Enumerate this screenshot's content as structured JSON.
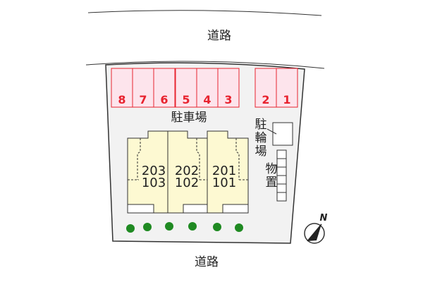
{
  "roads": {
    "top": "道路",
    "bottom": "道路"
  },
  "parking": {
    "label": "駐車場",
    "slots": [
      "8",
      "7",
      "6",
      "5",
      "4",
      "3",
      "2",
      "1"
    ]
  },
  "bicycle_parking": {
    "label_chars": [
      "駐",
      "輪",
      "場"
    ]
  },
  "storage": {
    "label_chars": [
      "物",
      "置"
    ]
  },
  "units": [
    {
      "upper": "203",
      "lower": "103"
    },
    {
      "upper": "202",
      "lower": "102"
    },
    {
      "upper": "201",
      "lower": "101"
    }
  ],
  "compass": {
    "label": "N"
  },
  "colors": {
    "parking_fill": "#fde4ec",
    "parking_stroke": "#e8232f",
    "building_fill": "#fdf9d2",
    "tree": "#1f8a22",
    "site": "#f2f2f2"
  }
}
